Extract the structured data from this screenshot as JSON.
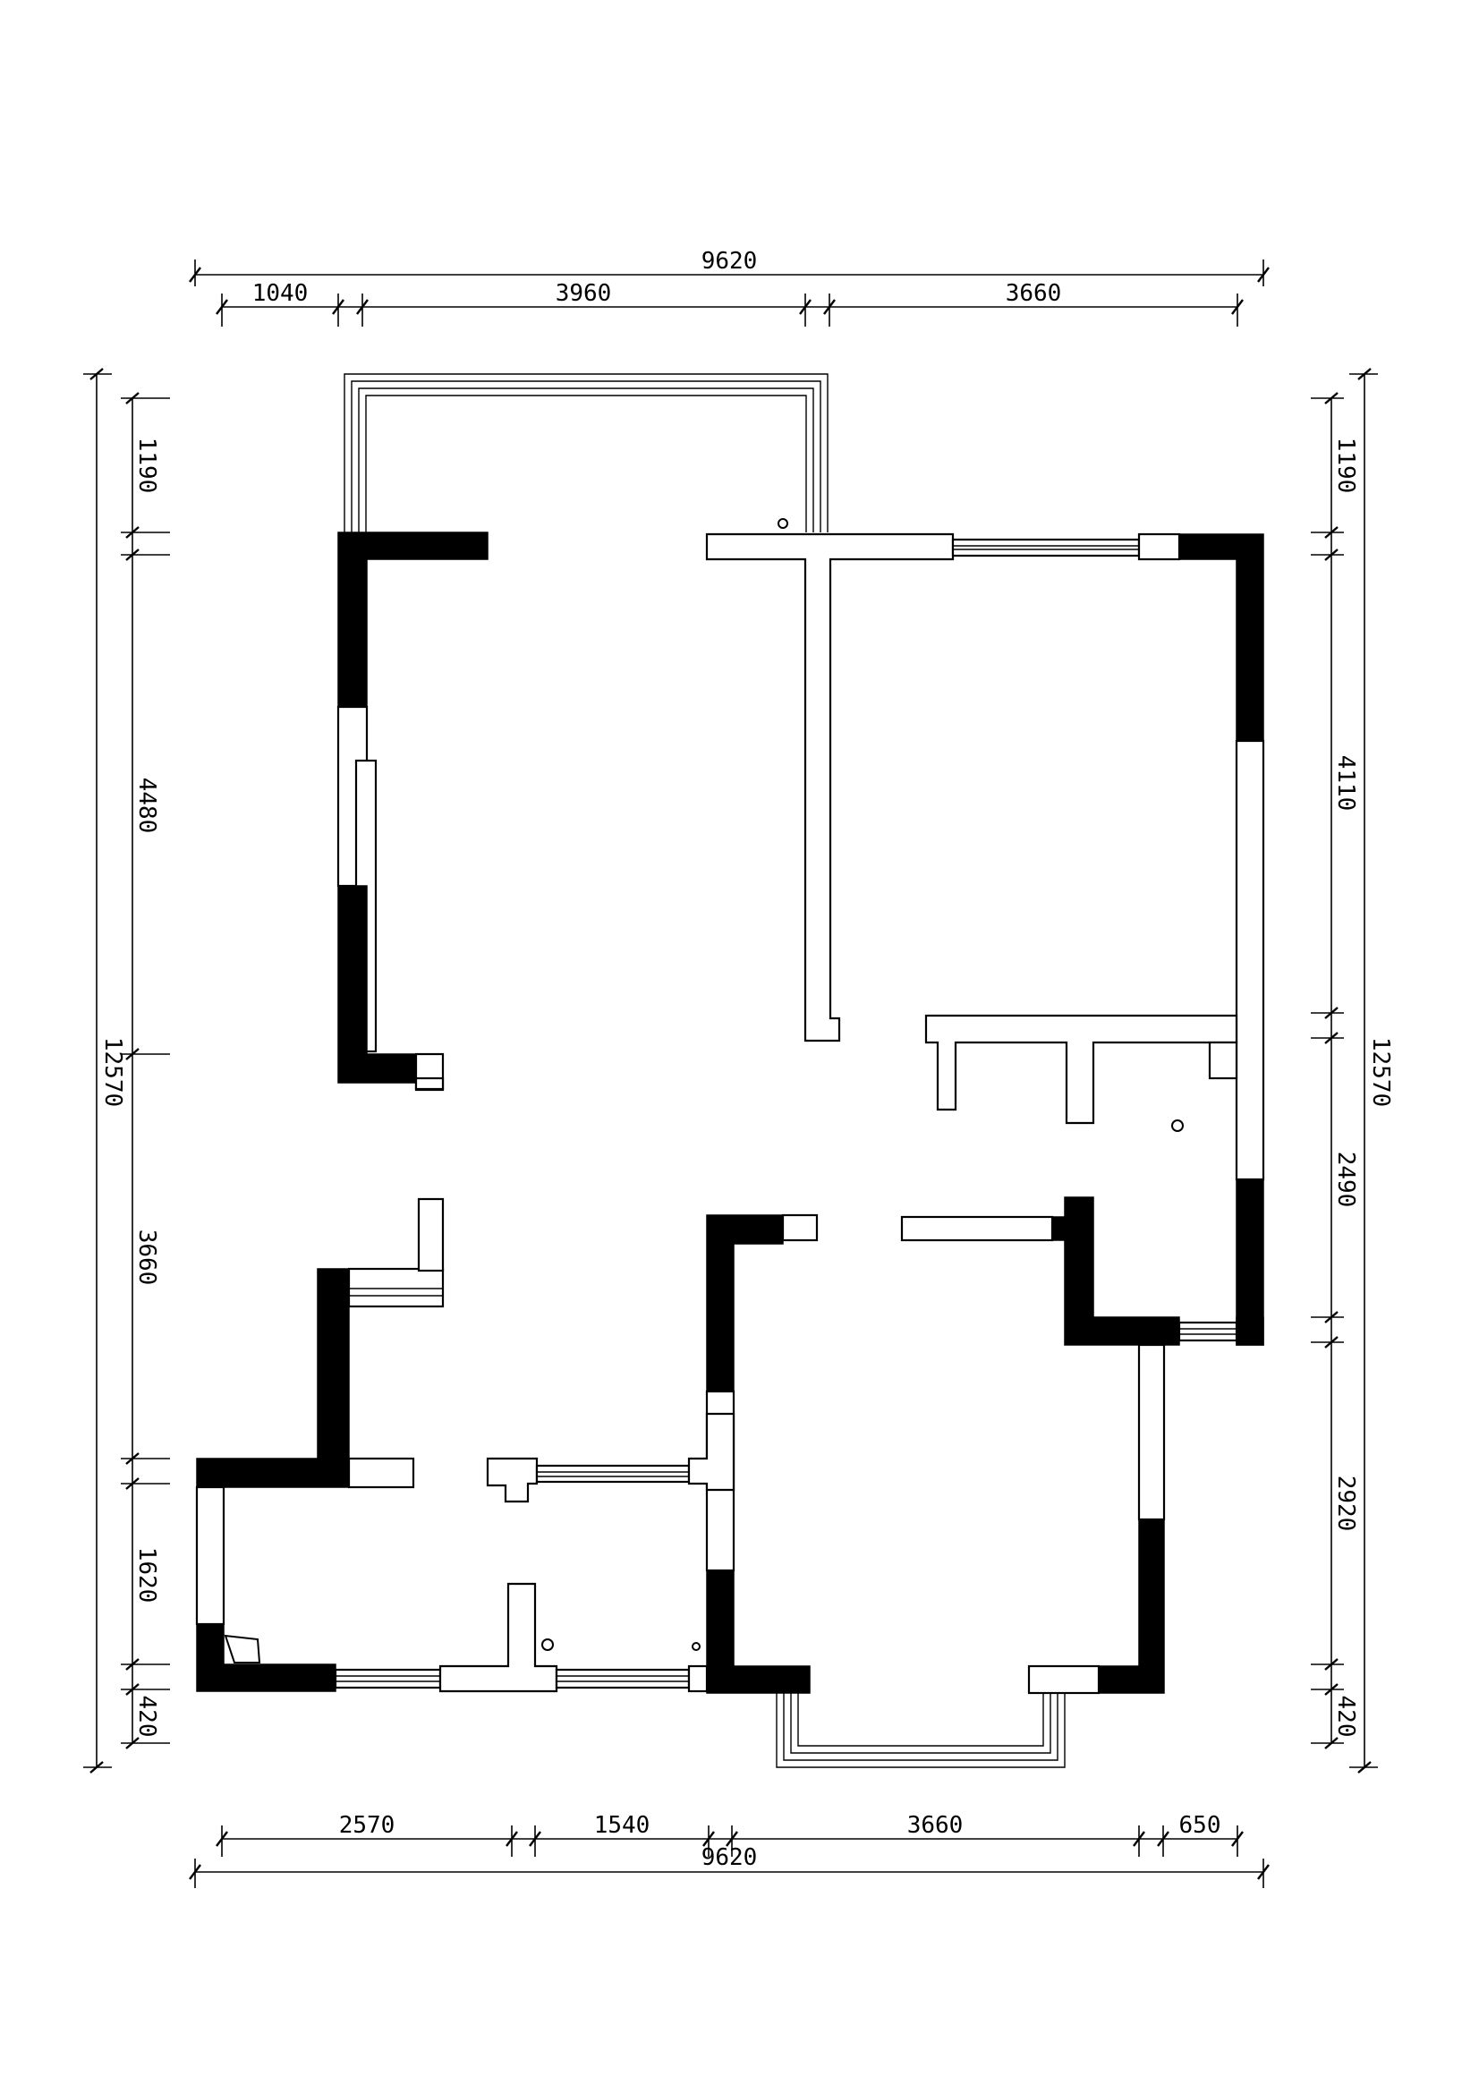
{
  "dimensions": {
    "top": {
      "total": "9620",
      "segments": [
        "1040",
        "3960",
        "3660"
      ]
    },
    "bottom": {
      "total": "9620",
      "segments": [
        "2570",
        "1540",
        "3660",
        "650"
      ]
    },
    "left": {
      "total": "12570",
      "segments": [
        "1190",
        "4480",
        "3660",
        "1620",
        "420"
      ]
    },
    "right": {
      "total": "12570",
      "segments": [
        "1190",
        "4110",
        "2490",
        "2920",
        "420"
      ]
    }
  }
}
